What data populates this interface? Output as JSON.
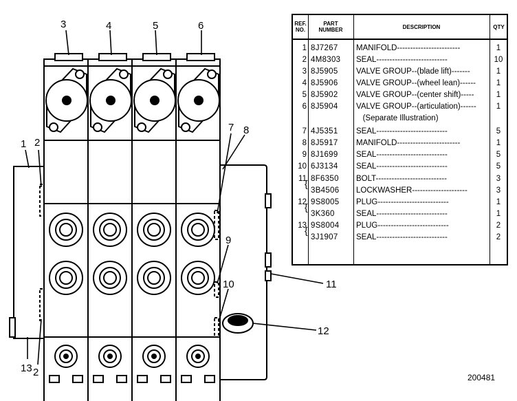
{
  "callouts": [
    "1",
    "2",
    "3",
    "4",
    "5",
    "6",
    "7",
    "8",
    "9",
    "10",
    "11",
    "12",
    "13",
    "2"
  ],
  "figure_number": "200481",
  "table": {
    "headers": {
      "ref": "REF.\nNO.",
      "part": "PART\nNUMBER",
      "desc": "DESCRIPTION",
      "qty": "QTY"
    },
    "rows": [
      {
        "ref": "1",
        "part": "8J7267",
        "desc": "MANIFOLD------------------------",
        "qty": "1"
      },
      {
        "ref": "2",
        "part": "4M8303",
        "desc": "SEAL---------------------------",
        "qty": "10"
      },
      {
        "ref": "3",
        "part": "8J5905",
        "desc": "VALVE GROUP--(blade lift)-------",
        "qty": "1"
      },
      {
        "ref": "4",
        "part": "8J5906",
        "desc": "VALVE GROUP--(wheel lean)------",
        "qty": "1"
      },
      {
        "ref": "5",
        "part": "8J5902",
        "desc": "VALVE GROUP--(center shift)-----",
        "qty": "1"
      },
      {
        "ref": "6",
        "part": "8J5904",
        "desc": "VALVE GROUP--(articulation)------",
        "qty": "1"
      },
      {
        "ref": "",
        "part": "",
        "desc": "   (Separate Illustration)",
        "qty": ""
      },
      {
        "ref": "7",
        "part": "4J5351",
        "desc": "SEAL---------------------------",
        "qty": "5"
      },
      {
        "ref": "8",
        "part": "8J5917",
        "desc": "MANIFOLD------------------------",
        "qty": "1"
      },
      {
        "ref": "9",
        "part": "8J1699",
        "desc": "SEAL---------------------------",
        "qty": "5"
      },
      {
        "ref": "10",
        "part": "6J3134",
        "desc": "SEAL---------------------------",
        "qty": "5"
      },
      {
        "ref": "11",
        "part": "8F6350",
        "desc": "BOLT---------------------------",
        "qty": "3"
      },
      {
        "ref": "",
        "part": "3B4506",
        "desc": "LOCKWASHER---------------------",
        "qty": "3"
      },
      {
        "ref": "12",
        "part": "9S8005",
        "desc": "PLUG---------------------------",
        "qty": "1"
      },
      {
        "ref": "",
        "part": "3K360",
        "desc": "SEAL---------------------------",
        "qty": "1"
      },
      {
        "ref": "13",
        "part": "9S8004",
        "desc": "PLUG---------------------------",
        "qty": "2"
      },
      {
        "ref": "",
        "part": "3J1907",
        "desc": "SEAL---------------------------",
        "qty": "2"
      }
    ]
  }
}
